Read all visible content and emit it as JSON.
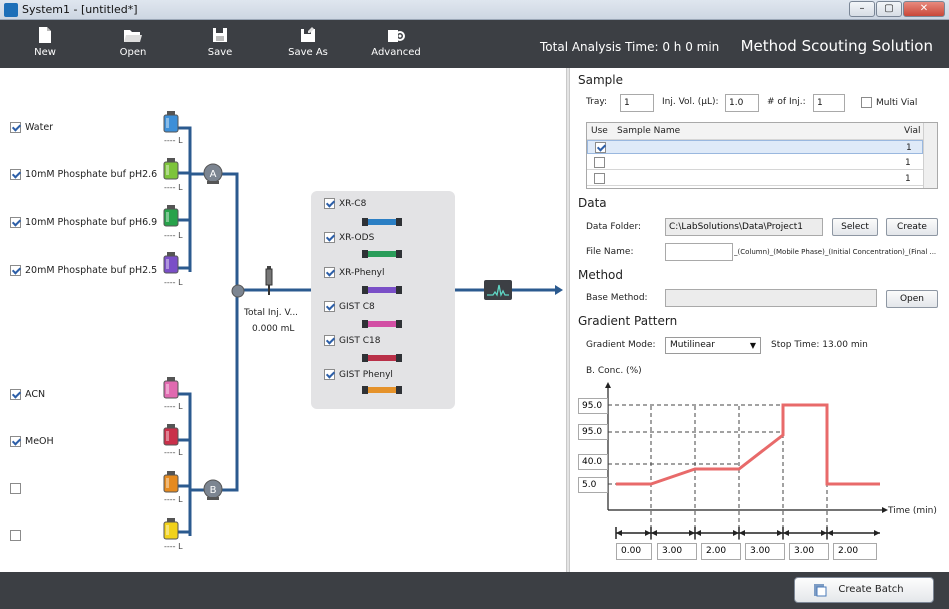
{
  "window": {
    "title": "System1 - [untitled*]"
  },
  "toolbar": {
    "new_label": "New",
    "open_label": "Open",
    "save_label": "Save",
    "saveas_label": "Save As",
    "advanced_label": "Advanced",
    "total_time": "Total Analysis Time: 0 h 0 min",
    "brand": "Method Scouting Solution"
  },
  "solvents": {
    "a": [
      {
        "name": "Water",
        "checked": true,
        "color": "#3d8fd8",
        "level": "L"
      },
      {
        "name": "10mM Phosphate buf pH2.6",
        "checked": true,
        "color": "#7dc43b",
        "level": "L"
      },
      {
        "name": "10mM Phosphate buf pH6.9",
        "checked": true,
        "color": "#27a24a",
        "level": "L"
      },
      {
        "name": "20mM Phosphate buf pH2.5",
        "checked": true,
        "color": "#7a4fc7",
        "level": "L"
      }
    ],
    "b": [
      {
        "name": "ACN",
        "checked": true,
        "color": "#e06ab0",
        "level": "L"
      },
      {
        "name": "MeOH",
        "checked": true,
        "color": "#c9304a",
        "level": "L"
      },
      {
        "name": "",
        "checked": false,
        "color": "#e58a1f",
        "level": "L"
      },
      {
        "name": "",
        "checked": false,
        "color": "#f2d21b",
        "level": "L"
      }
    ],
    "level_mark": "---- L",
    "pump_a": "A",
    "pump_b": "B"
  },
  "injector": {
    "label": "Total Inj. V...",
    "value": "0.000 mL"
  },
  "columns": [
    {
      "name": "XR-C8",
      "color": "#2b7fc4"
    },
    {
      "name": "XR-ODS",
      "color": "#2a9d5a"
    },
    {
      "name": "XR-Phenyl",
      "color": "#7a4fc7"
    },
    {
      "name": "GIST C8",
      "color": "#d24fa4"
    },
    {
      "name": "GIST C18",
      "color": "#b93048"
    },
    {
      "name": "GIST Phenyl",
      "color": "#e5922a"
    }
  ],
  "sample": {
    "title": "Sample",
    "tray_label": "Tray:",
    "tray": "1",
    "injvol_label": "Inj. Vol. (µL):",
    "injvol": "1.0",
    "numinj_label": "# of Inj.:",
    "numinj": "1",
    "multivial_label": "Multi Vial",
    "headers": {
      "use": "Use",
      "name": "Sample Name",
      "vial": "Vial"
    },
    "rows": [
      {
        "use": true,
        "name": "",
        "vial": "1"
      },
      {
        "use": false,
        "name": "",
        "vial": "1"
      },
      {
        "use": false,
        "name": "",
        "vial": "1"
      }
    ]
  },
  "data_section": {
    "title": "Data",
    "folder_label": "Data Folder:",
    "folder": "C:\\LabSolutions\\Data\\Project1",
    "select_label": "Select",
    "create_label": "Create",
    "filename_label": "File Name:",
    "filename_suffix": "_(Column)_(Mobile Phase)_(Initial Concentration)_(Final ..."
  },
  "method": {
    "title": "Method",
    "base_label": "Base Method:",
    "open_label": "Open"
  },
  "gradient": {
    "title": "Gradient Pattern",
    "mode_label": "Gradient Mode:",
    "mode": "Mutilinear",
    "stop_time": "Stop Time: 13.00 min",
    "yaxis_label": "B. Conc. (%)",
    "xaxis_label": "Time (min)",
    "conc_values": [
      "95.0",
      "95.0",
      "40.0",
      "5.0"
    ],
    "time_values": [
      "0.00",
      "3.00",
      "2.00",
      "3.00",
      "3.00",
      "2.00"
    ],
    "line_color": "#e86a6a"
  },
  "bottom": {
    "create_batch_label": "Create Batch"
  }
}
